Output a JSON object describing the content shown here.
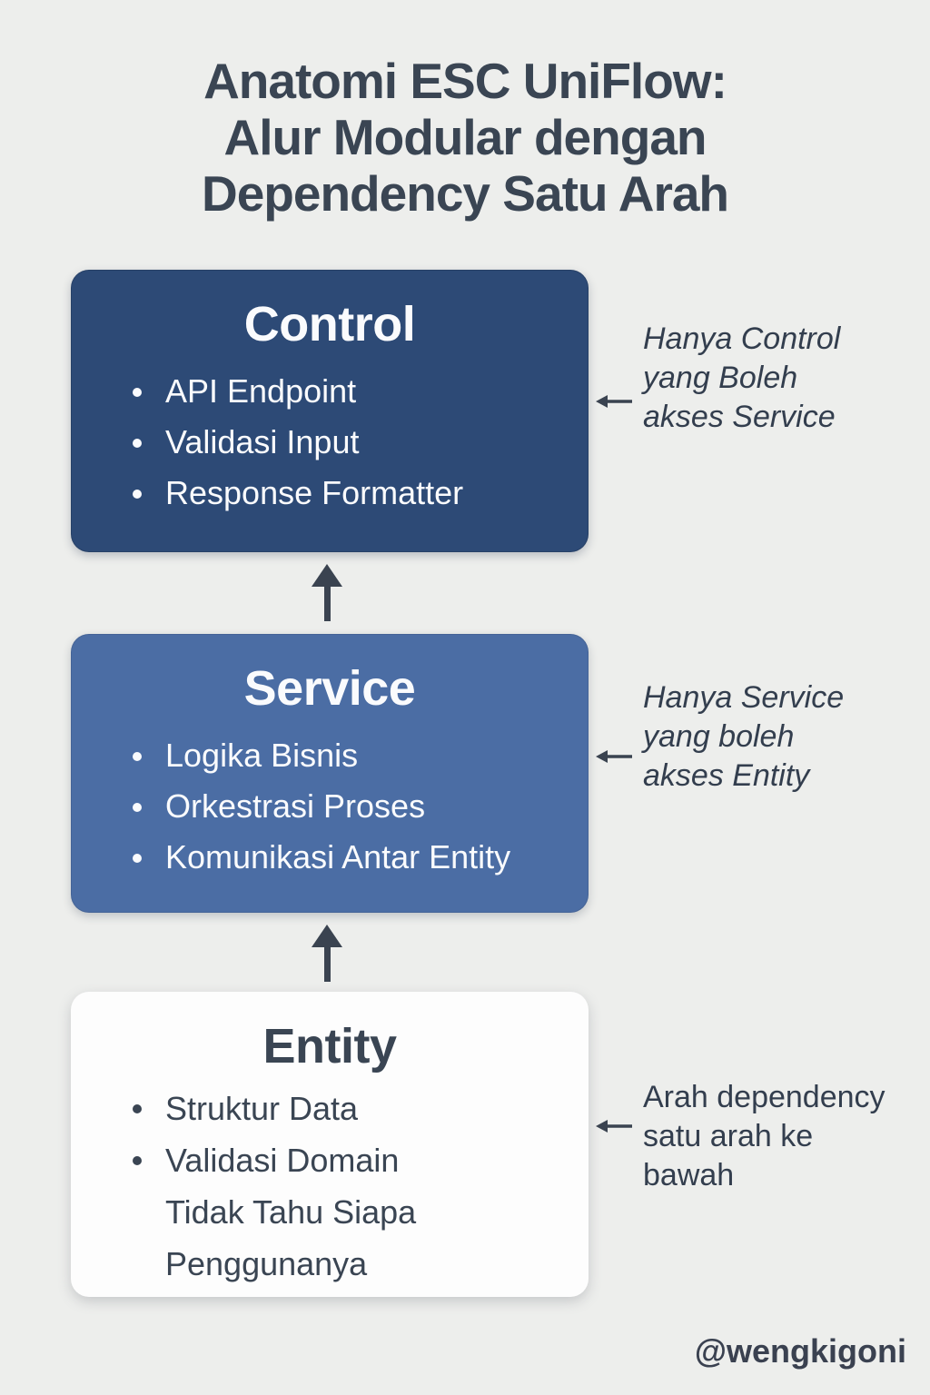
{
  "title": "Anatomi ESC UniFlow:\nAlur Modular dengan\nDependency Satu Arah",
  "watermark": "@wengkigoni",
  "colors": {
    "background": "#edeeec",
    "title_text": "#3a4553",
    "control_box": "#2d4a76",
    "service_box": "#4b6da4",
    "entity_box": "#fdfdfd",
    "light_text": "#fafbfd",
    "dark_text": "#3a4553",
    "arrow": "#3a4350"
  },
  "boxes": [
    {
      "id": "control",
      "title": "Control",
      "items": [
        {
          "text": "API Endpoint",
          "bullet": true
        },
        {
          "text": "Validasi Input",
          "bullet": true
        },
        {
          "text": "Response Formatter",
          "bullet": true
        }
      ]
    },
    {
      "id": "service",
      "title": "Service",
      "items": [
        {
          "text": "Logika Bisnis",
          "bullet": true
        },
        {
          "text": "Orkestrasi Proses",
          "bullet": true
        },
        {
          "text": "Komunikasi Antar Entity",
          "bullet": true
        }
      ]
    },
    {
      "id": "entity",
      "title": "Entity",
      "items": [
        {
          "text": "Struktur Data",
          "bullet": true
        },
        {
          "text": "Validasi Domain",
          "bullet": true
        },
        {
          "text": "Tidak Tahu Siapa Penggunanya",
          "bullet": false
        }
      ]
    }
  ],
  "annotations": [
    {
      "text": "Hanya Control\nyang Boleh\nakses Service",
      "style": "italic"
    },
    {
      "text": "Hanya Service\nyang boleh\nakses Entity",
      "style": "italic"
    },
    {
      "text": "Arah dependency\nsatu arah ke\nbawah",
      "style": "normal"
    }
  ],
  "icons": {
    "up_arrow": "↑",
    "left_arrow": "←"
  }
}
